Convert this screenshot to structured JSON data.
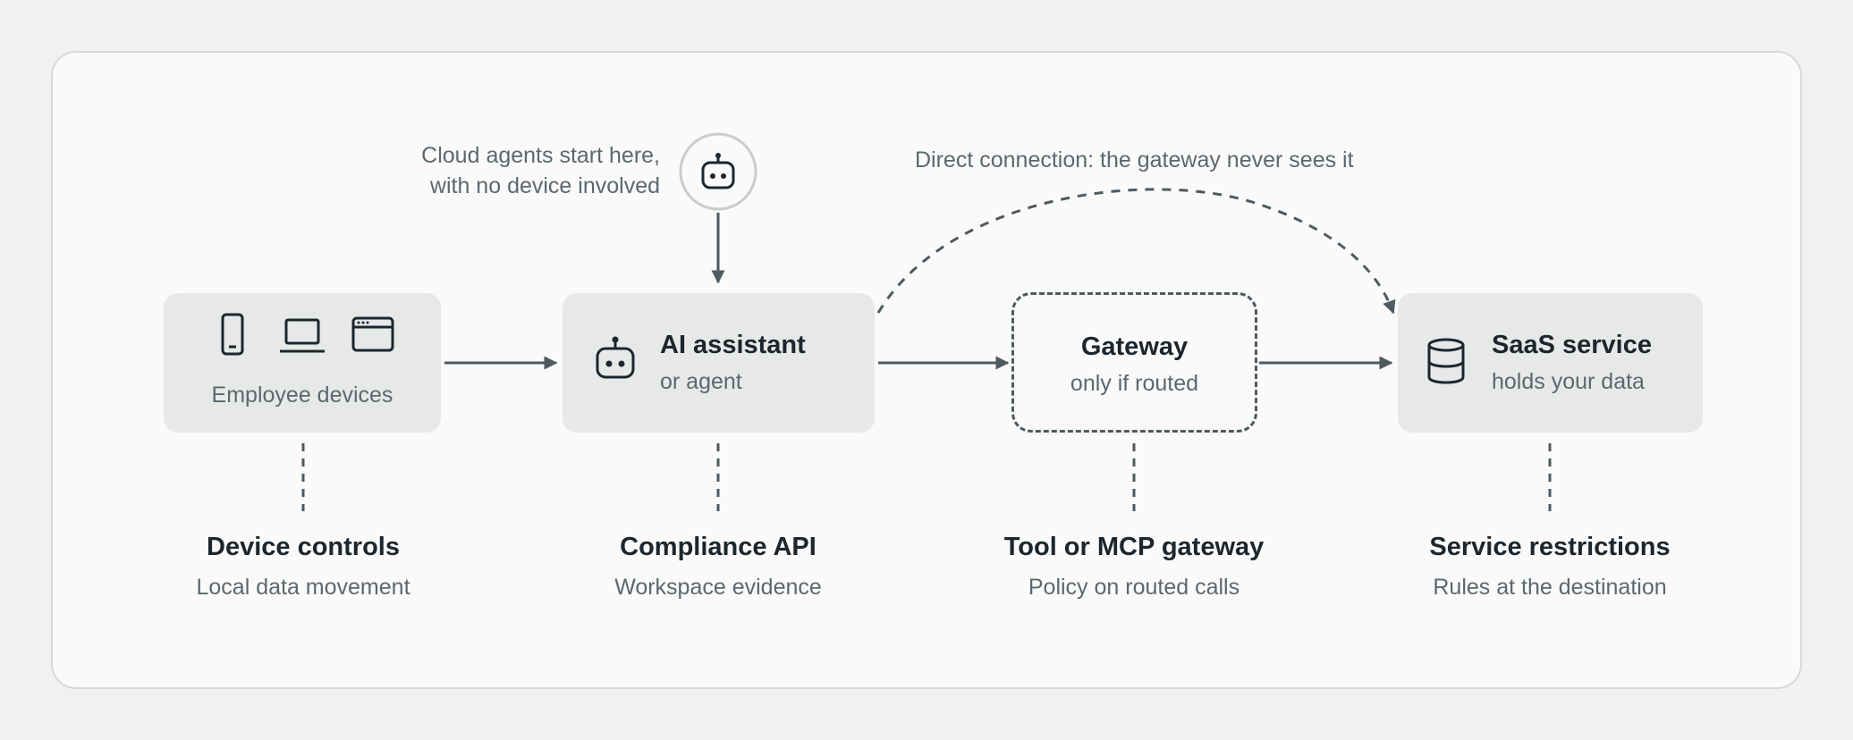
{
  "nodes": {
    "devices": {
      "label": "Employee devices",
      "icons": [
        "phone-icon",
        "laptop-icon",
        "browser-window-icon"
      ]
    },
    "assistant": {
      "title": "AI assistant",
      "subtitle": "or agent",
      "icon": "robot-icon"
    },
    "gateway": {
      "title": "Gateway",
      "subtitle": "only if routed"
    },
    "saas": {
      "title": "SaaS service",
      "subtitle": "holds your data",
      "icon": "database-icon"
    }
  },
  "cloud_agent": {
    "icon": "robot-icon",
    "caption_line1": "Cloud agents start here,",
    "caption_line2": "with no device involved"
  },
  "direct_connection_label": "Direct connection: the gateway never sees it",
  "layers": [
    {
      "title": "Device controls",
      "subtitle": "Local data movement"
    },
    {
      "title": "Compliance API",
      "subtitle": "Workspace evidence"
    },
    {
      "title": "Tool or MCP gateway",
      "subtitle": "Policy on routed calls"
    },
    {
      "title": "Service restrictions",
      "subtitle": "Rules at the destination"
    }
  ],
  "colors": {
    "background": "#f1f1ef",
    "card": "#fafafa",
    "node_fill": "#e6e9e7",
    "line": "#4f5a60",
    "text_dark": "#1c262c",
    "text_muted": "#5c686e"
  }
}
